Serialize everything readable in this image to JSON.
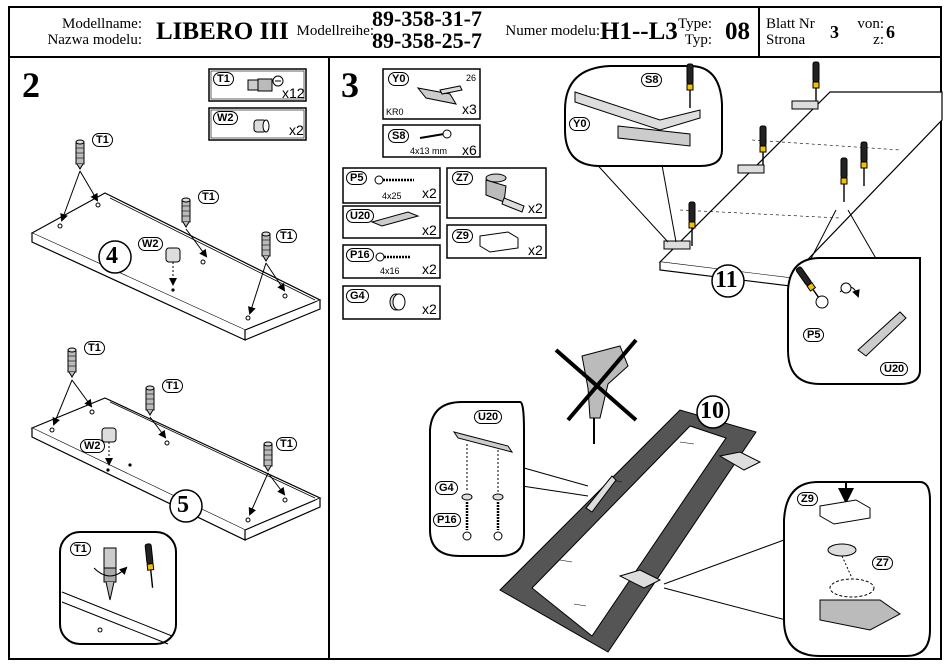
{
  "header": {
    "model_label_1": "Modellname:",
    "model_label_2": "Nazwa modelu:",
    "model_name": "LIBERO III",
    "series_label": "Modellreihe:",
    "series_1": "89-358-31-7",
    "series_2": "89-358-25-7",
    "number_label": "Numer modelu:",
    "number": "H1--L3",
    "type_label_1": "Type:",
    "type_label_2": "Typ:",
    "type": "08",
    "sheet_label_1": "Blatt Nr",
    "sheet_label_2": "Strona",
    "sheet": "3",
    "of_label_1": "von:",
    "of_label_2": "z:",
    "of": "6"
  },
  "left": {
    "step": "2",
    "parts": [
      {
        "tag": "T1",
        "qty": "x12"
      },
      {
        "tag": "W2",
        "qty": "x2"
      }
    ],
    "board_4": "4",
    "board_5": "5",
    "t1": "T1",
    "w2": "W2"
  },
  "right": {
    "step": "3",
    "parts": [
      {
        "tag": "Y0",
        "qty": "x3",
        "note": "KR0",
        "code": "26"
      },
      {
        "tag": "S8",
        "qty": "x6",
        "note": "4x13 mm"
      },
      {
        "tag": "P5",
        "qty": "x2",
        "note": "4x25"
      },
      {
        "tag": "Z7",
        "qty": "x2"
      },
      {
        "tag": "U20",
        "qty": "x2"
      },
      {
        "tag": "Z9",
        "qty": "x2"
      },
      {
        "tag": "P16",
        "qty": "x2",
        "note": "4x16"
      },
      {
        "tag": "G4",
        "qty": "x2"
      }
    ],
    "panel_11": "11",
    "panel_10": "10",
    "s8": "S8",
    "y0": "Y0",
    "p5": "P5",
    "u20": "U20",
    "g4": "G4",
    "p16": "P16",
    "z9": "Z9",
    "z7": "Z7"
  }
}
